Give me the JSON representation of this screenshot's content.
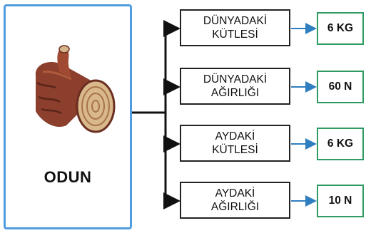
{
  "main": {
    "label": "ODUN",
    "icon": "wood-log-icon",
    "border_color": "#4f9de0"
  },
  "rows": [
    {
      "property": "DÜNYADAKİ\nKÜTLESİ",
      "value": "6 KG"
    },
    {
      "property": "DÜNYADAKİ\nAĞIRLIĞI",
      "value": "60 N"
    },
    {
      "property": "AYDAKİ\nKÜTLESİ",
      "value": "6 KG"
    },
    {
      "property": "AYDAKİ\nAĞIRLIĞI",
      "value": "10 N"
    }
  ],
  "colors": {
    "connector": "#111111",
    "value_arrow": "#2f7fc0",
    "value_border": "#2f9a62"
  }
}
